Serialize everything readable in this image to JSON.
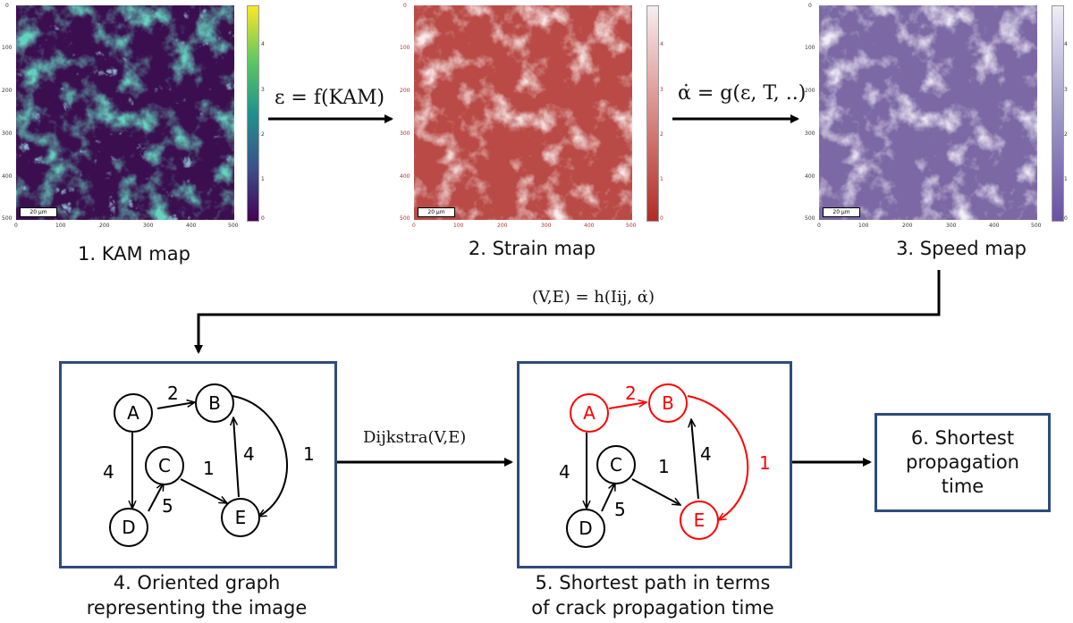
{
  "maps": [
    {
      "caption": "1. KAM map",
      "colormap": "viridis",
      "scale_label": "20 μm",
      "x_ticks": [
        "0",
        "100",
        "200",
        "300",
        "400",
        "500"
      ],
      "y_ticks": [
        "0",
        "100",
        "200",
        "300",
        "400",
        "500"
      ],
      "cbar_ticks": [
        "4",
        "3",
        "2",
        "1",
        "0"
      ]
    },
    {
      "caption": "2. Strain map",
      "colormap": "reds",
      "scale_label": "20 μm",
      "x_ticks": [
        "0",
        "100",
        "200",
        "300",
        "400",
        "500"
      ],
      "y_ticks": [
        "0",
        "100",
        "200",
        "300",
        "400",
        "500"
      ],
      "cbar_ticks": [
        "4",
        "3",
        "2",
        "1",
        "0"
      ]
    },
    {
      "caption": "3. Speed map",
      "colormap": "purples",
      "scale_label": "20 μm",
      "x_ticks": [
        "0",
        "100",
        "200",
        "300",
        "400",
        "500"
      ],
      "y_ticks": [
        "0",
        "100",
        "200",
        "300",
        "400",
        "500"
      ],
      "cbar_ticks": [
        "4",
        "3",
        "2",
        "1",
        "0"
      ]
    }
  ],
  "equations": {
    "eq1": "ε = f(KAM)",
    "eq2": "α̇ = g(ε, T, ..)",
    "eq3": "(V,E) = h(Iij, α̇)",
    "eq4": "Dijkstra(V,E)"
  },
  "graphs": [
    {
      "caption_line1": "4. Oriented graph",
      "caption_line2": "representing the image",
      "nodes": [
        "A",
        "B",
        "C",
        "D",
        "E"
      ],
      "edge_weights": {
        "AB": "2",
        "AD": "4",
        "CE": "1",
        "EB": "4",
        "DC": "5",
        "BE": "1"
      },
      "highlight": false
    },
    {
      "caption_line1": "5. Shortest path in terms",
      "caption_line2": "of crack propagation time",
      "nodes": [
        "A",
        "B",
        "C",
        "D",
        "E"
      ],
      "edge_weights": {
        "AB": "2",
        "AD": "4",
        "CE": "1",
        "EB": "4",
        "DC": "5",
        "BE": "1"
      },
      "highlight": true
    }
  ],
  "result": {
    "line1": "6. Shortest",
    "line2": "propagation",
    "line3": "time"
  },
  "colors": {
    "frame": "#2f4b7c",
    "highlight": "#ff0000",
    "kam_dark": "#3b0f4f",
    "kam_bright": "#22a884",
    "strain_base": "#b94a45",
    "speed_base": "#8876ad"
  }
}
